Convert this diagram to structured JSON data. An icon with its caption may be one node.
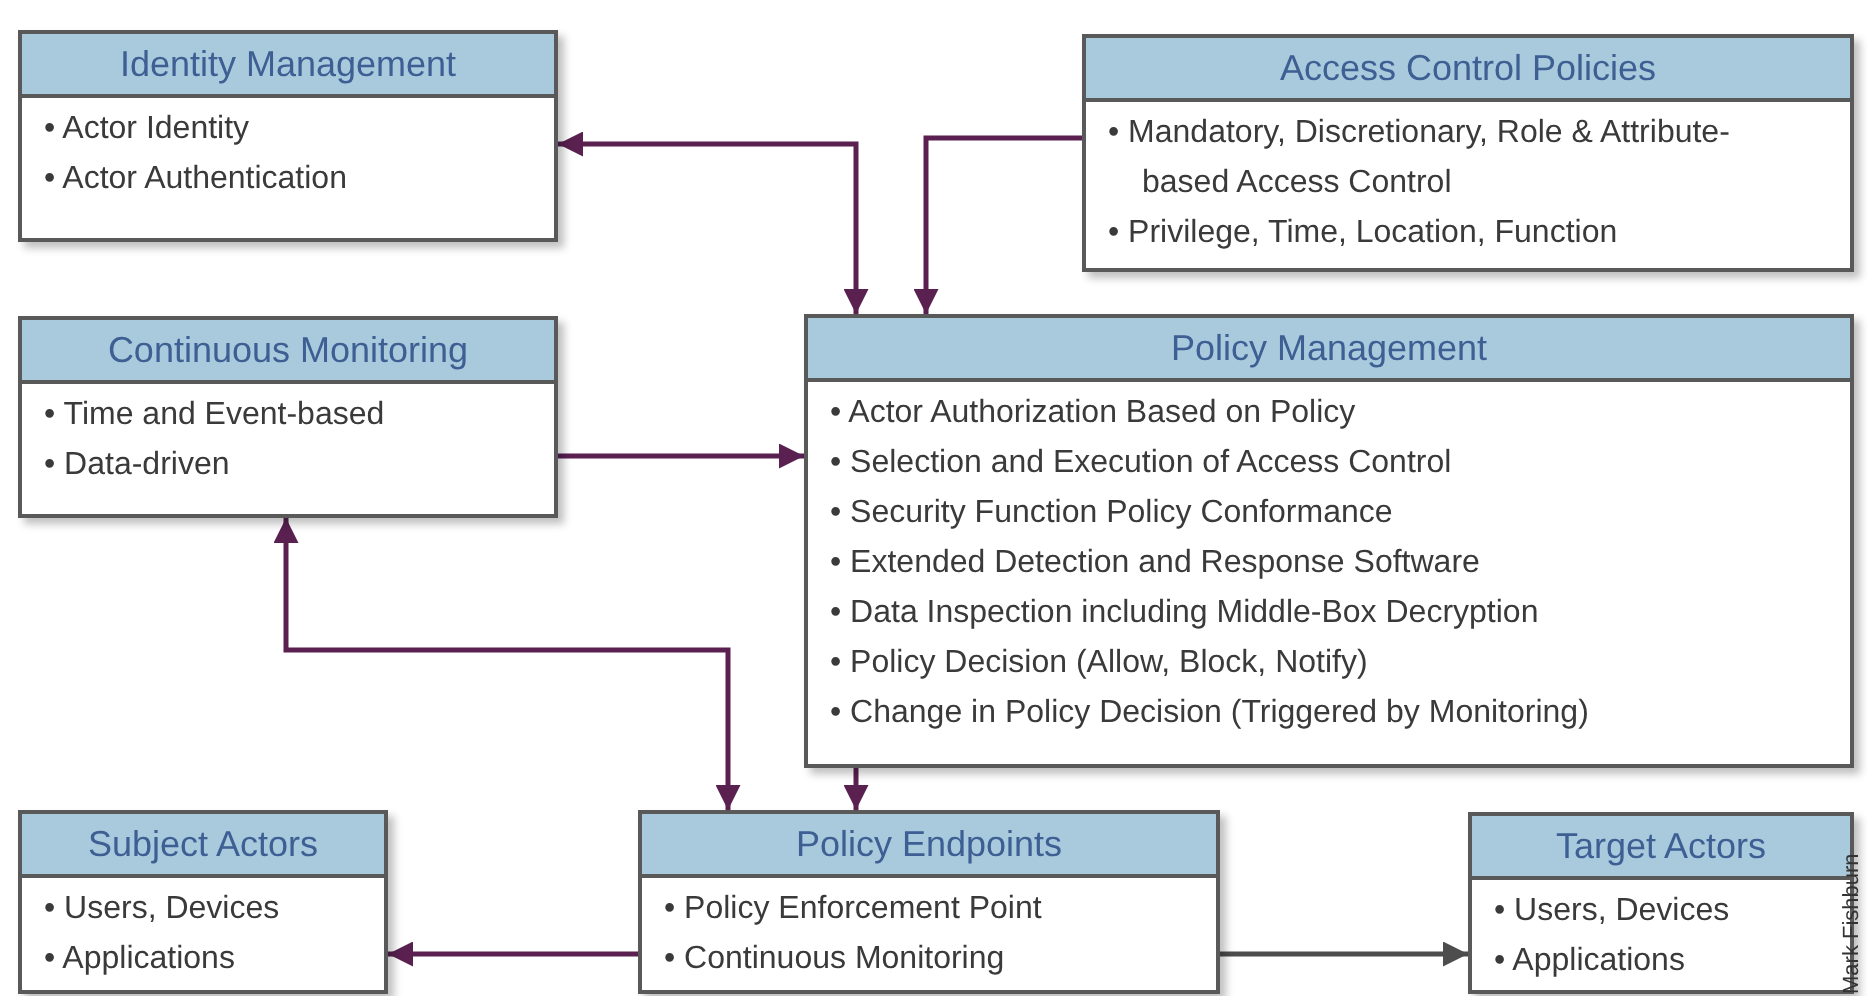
{
  "diagram": {
    "nodes": [
      {
        "text": [
          "Identity Management",
          "• Actor Identity",
          "• Actor Authentication"
        ]
      },
      {
        "text": [
          "Access Control Policies",
          "• Mandatory, Discretionary,  Role & Attribute-based Access Control",
          "• Privilege, Time, Location, Function"
        ]
      },
      {
        "text": [
          "Continuous Monitoring",
          "• Time and Event-based",
          "• Data-driven"
        ]
      },
      {
        "text": [
          "Policy Management",
          "• Actor Authorization Based on Policy",
          "• Selection and Execution of Access Control",
          "• Security Function Policy Conformance",
          "• Extended Detection and Response Software",
          "• Data Inspection including Middle-Box Decryption",
          "• Policy Decision (Allow, Block, Notify)",
          "• Change in Policy Decision (Triggered by Monitoring)"
        ]
      },
      {
        "text": [
          "Subject Actors",
          "• Users, Devices",
          "• Applications"
        ]
      },
      {
        "text": [
          "Policy Endpoints",
          "• Policy Enforcement Point",
          "• Continuous Monitoring"
        ]
      },
      {
        "text": [
          "Target Actors",
          "• Users, Devices",
          "• Applications"
        ]
      }
    ],
    "edges": [
      {
        "from": 0,
        "to": 3,
        "arrow": "both"
      },
      {
        "from": 1,
        "to": 3,
        "arrow": "to"
      },
      {
        "from": 2,
        "to": 3,
        "arrow": "to"
      },
      {
        "from": 2,
        "to": 5,
        "arrow": "both"
      },
      {
        "from": 3,
        "to": 5,
        "arrow": "to"
      },
      {
        "from": 5,
        "to": 4,
        "arrow": "to"
      },
      {
        "from": 5,
        "to": 6,
        "arrow": "to",
        "color": "#4d4d4d"
      }
    ],
    "labels": [
      "Mark Fishburn"
    ]
  }
}
